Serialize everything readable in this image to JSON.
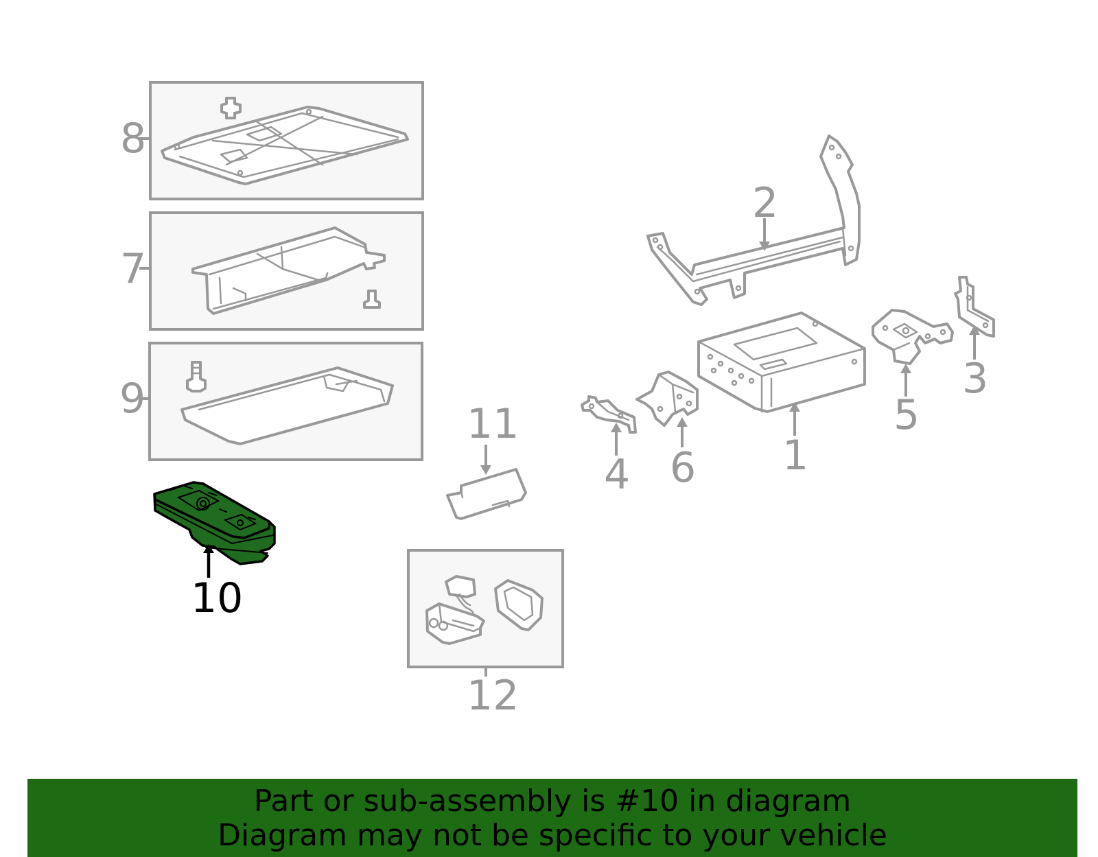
{
  "callouts": {
    "c1": "1",
    "c2": "2",
    "c3": "3",
    "c4": "4",
    "c5": "5",
    "c6": "6",
    "c7": "7",
    "c8": "8",
    "c9": "9",
    "c10": "10",
    "c11": "11",
    "c12": "12"
  },
  "highlighted_part": "10",
  "colors": {
    "highlight_fill": "#1f6b1f",
    "banner_background": "#1d6b12",
    "line_art": "#999999"
  },
  "banner": {
    "line1": "Part or sub-assembly is #10 in diagram",
    "line2": "Diagram may not be specific to your vehicle"
  }
}
